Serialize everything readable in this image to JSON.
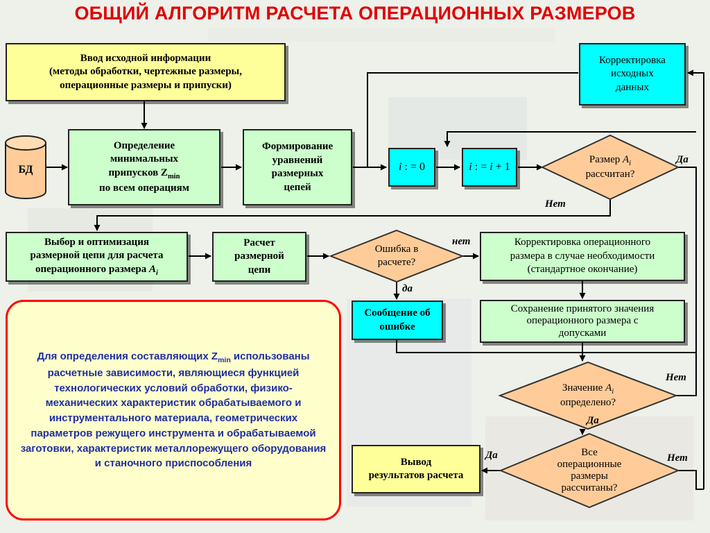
{
  "title": "ОБЩИЙ АЛГОРИТМ РАСЧЕТА ОПЕРАЦИОННЫХ РАЗМЕРОВ",
  "db": "БД",
  "boxes": {
    "input": {
      "line1": "Ввод исходной информации",
      "line2": "(методы обработки, чертежные размеры,",
      "line3": "операционные размеры и припуски)"
    },
    "correct_input": {
      "line1": "Корректировка",
      "line2": "исходных",
      "line3": "данных"
    },
    "min_allowance": {
      "line1": "Определение",
      "line2": "минимальных",
      "line3": "припусков Z",
      "sub": "min",
      "line4": "по всем операциям"
    },
    "equations": {
      "line1": "Формирование",
      "line2": "уравнений",
      "line3": "размерных",
      "line4": "цепей"
    },
    "i_zero": {
      "var": "i",
      "op": " : = 0"
    },
    "i_inc": {
      "var": "i",
      "op": " : = ",
      "var2": "i",
      "rest": " + 1"
    },
    "chain_select": {
      "line1": "Выбор и оптимизация",
      "line2": "размерной цепи для расчета",
      "line3": "операционного размера ",
      "var": "A",
      "sub": "i"
    },
    "chain_calc": {
      "line1": "Расчет",
      "line2": "размерной",
      "line3": "цепи"
    },
    "correct_op": {
      "line1": "Корректировка операционного",
      "line2": "размера в случае необходимости",
      "line3": "(стандартное окончание)"
    },
    "error_msg": {
      "line1": "Сообщение об",
      "line2": "ошибке"
    },
    "save_value": {
      "line1": "Сохранение принятого значения",
      "line2": "операционного размера с",
      "line3": "допусками"
    },
    "output": {
      "line1": "Вывод",
      "line2": "результатов расчета"
    }
  },
  "diamonds": {
    "calculated": {
      "line1": "Размер ",
      "var": "A",
      "sub": "i",
      "line2": "рассчитан?"
    },
    "error": {
      "line1": "Ошибка в",
      "line2": "расчете?"
    },
    "defined": {
      "line1": "Значение ",
      "var": "A",
      "sub": "i",
      "line2": "определено?"
    },
    "all_done": {
      "line1": "Все",
      "line2": "операционные",
      "line3": "размеры",
      "line4": "рассчитаны?"
    }
  },
  "labels": {
    "yes_calculated": "Да",
    "no_calculated": "Нет",
    "no_error": "нет",
    "yes_error": "да",
    "no_defined": "Нет",
    "yes_defined": "Да",
    "yes_all": "Да",
    "no_all": "Нет"
  },
  "note": {
    "part1": "Для определения составляющих Z",
    "sub": "min",
    "part2": " использованы расчетные зависимости, являющиеся функцией технологических условий обработки, физико-механических характеристик обрабатываемого и инструментального материала, геометрических параметров режущего инструмента и обрабатываемой заготовки, характеристик металлорежущего оборудования и станочного приспособления"
  },
  "colors": {
    "title": "#e00000",
    "yellow_box": "#ffff99",
    "green_box": "#ccffcc",
    "cyan_box": "#00ffff",
    "diamond": "#ffcc99",
    "note_border": "#ff0000",
    "note_text": "#1f2fa0"
  }
}
